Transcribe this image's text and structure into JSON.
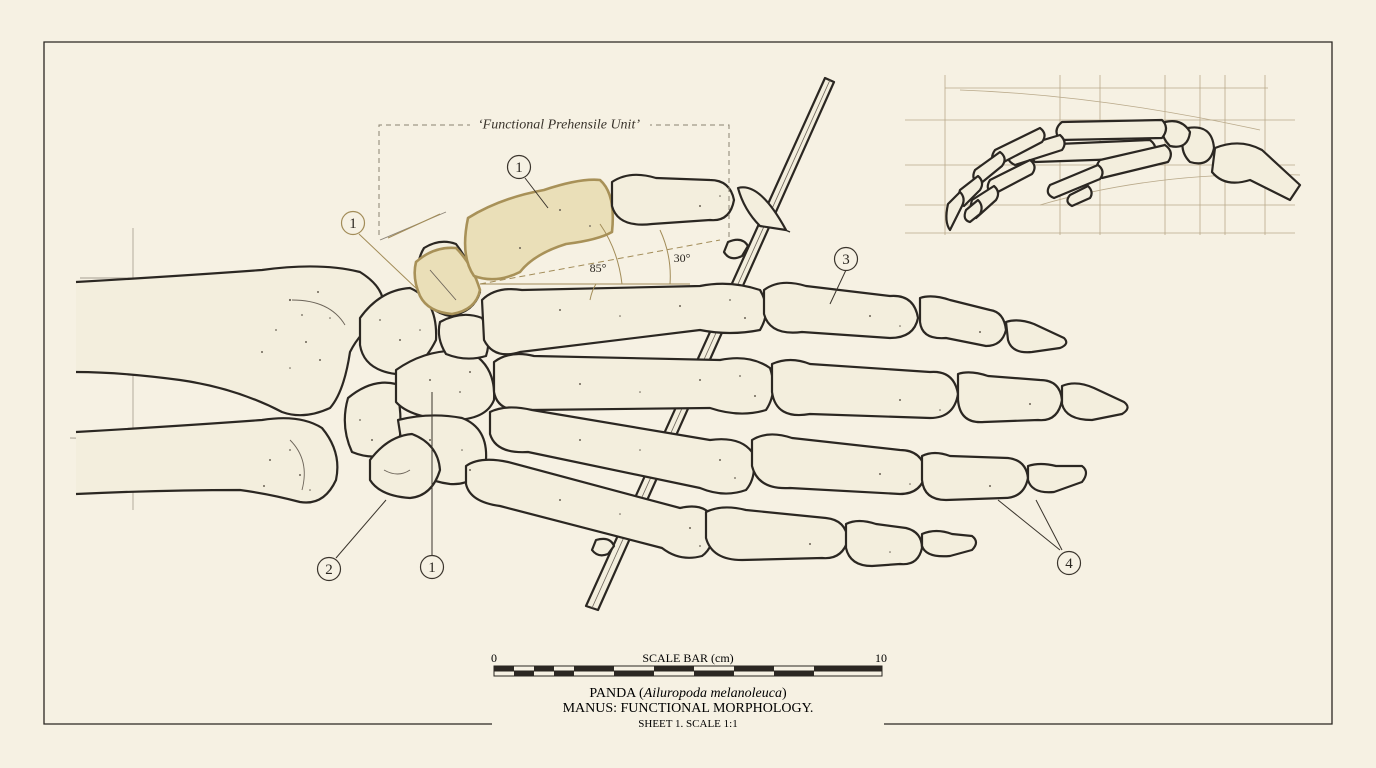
{
  "header_label": "‘Functional Prehensile Unit’",
  "angles": {
    "a1": "85°",
    "a2": "30°"
  },
  "callouts": {
    "c1_top": "1",
    "c1_gold": "1",
    "c1_bottom": "1",
    "c2": "2",
    "c3": "3",
    "c4": "4"
  },
  "scale_bar": {
    "start": "0",
    "label": "SCALE BAR (",
    "unit": "cm",
    "label_close": ")",
    "end": "10"
  },
  "title": {
    "common": "PANDA (",
    "species": "Ailuropoda melanoleuca",
    "close": ")",
    "line2": "MANUS: FUNCTIONAL MORPHOLOGY.",
    "line3": "SHEET 1. SCALE 1:1"
  },
  "colors": {
    "paper": "#f6f1e3",
    "ink": "#2b2722",
    "highlight_bone": "#eadfb8",
    "highlight_stroke": "#a89158"
  }
}
